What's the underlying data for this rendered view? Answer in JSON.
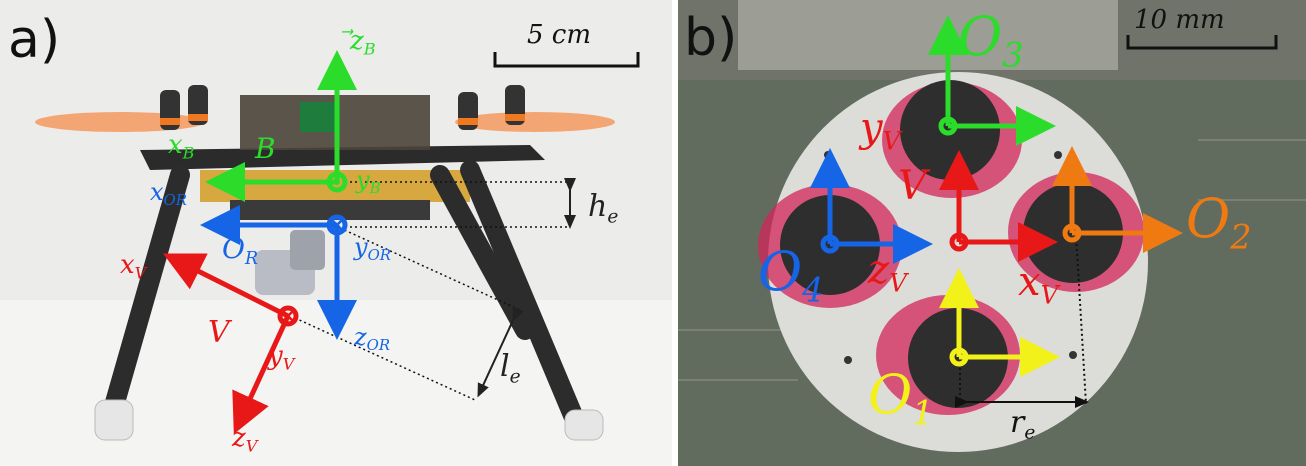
{
  "panel_a": {
    "label": "a)",
    "scale_bar": "5 cm",
    "dims": {
      "h": "h",
      "h_sub": "e",
      "l": "l",
      "l_sub": "e"
    },
    "frames": {
      "body": {
        "z": "z",
        "x": "x",
        "y": "y",
        "sub": "B",
        "origin": "B",
        "color": "#2bdc2b"
      },
      "optical": {
        "x": "x",
        "y": "y",
        "z": "z",
        "sub": "OR",
        "origin": "O",
        "origin_sub": "R",
        "color": "#1565e6"
      },
      "vehicle": {
        "x": "x",
        "y": "y",
        "z": "z",
        "sub": "V",
        "origin": "V",
        "color": "#e81818"
      }
    }
  },
  "panel_b": {
    "label": "b)",
    "scale_bar": "10 mm",
    "dims": {
      "r": "r",
      "r_sub": "e"
    },
    "origins": [
      {
        "name": "O",
        "sub": "1",
        "color": "#f2f21a"
      },
      {
        "name": "O",
        "sub": "2",
        "color": "#f07a12"
      },
      {
        "name": "O",
        "sub": "3",
        "color": "#2bdc2b"
      },
      {
        "name": "O",
        "sub": "4",
        "color": "#1565e6"
      }
    ],
    "vehicle": {
      "origin": "V",
      "x": "x",
      "y": "y",
      "z": "z",
      "sub": "V",
      "color": "#e81818"
    }
  }
}
